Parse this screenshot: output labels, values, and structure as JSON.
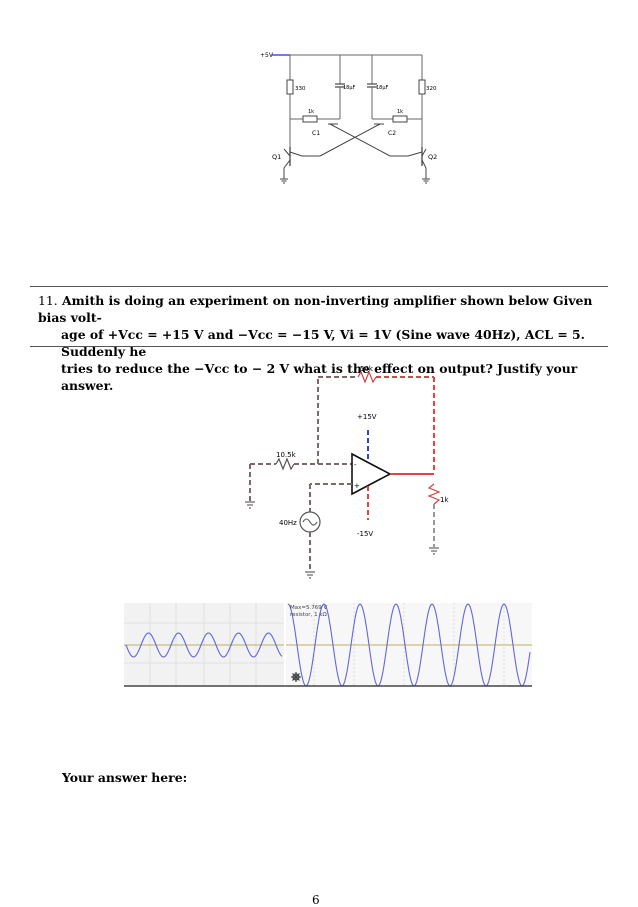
{
  "multivibrator": {
    "supply": "+5V",
    "r_left": "330",
    "r_right": "320",
    "c_left": "18µF",
    "c_right": "18µF",
    "rb_left": "1k",
    "rb_right": "1k",
    "cap1": "C1",
    "cap2": "C2",
    "q1": "Q1",
    "q2": "Q2"
  },
  "question": {
    "number": "11.",
    "line1": "Amith is doing an experiment on non-inverting amplifier shown below Given bias volt-",
    "line2": "age of +Vcc = +15 V and −Vcc = −15 V, Vi = 1V (Sine wave 40Hz), ACL = 5. Suddenly he",
    "line3": "tries to reduce the −Vcc to − 2 V what is the effect on output? Justify your answer."
  },
  "amplifier": {
    "rf": "50k",
    "rin": "10.5k",
    "rload": "1k",
    "vpos": "+15V",
    "vneg": "-15V",
    "source": "40Hz"
  },
  "scope": {
    "readout_max": "Max=5.769 V",
    "readout_res": "resistor, 1 kΩ"
  },
  "answer_label": "Your answer here:",
  "page_number": "6"
}
